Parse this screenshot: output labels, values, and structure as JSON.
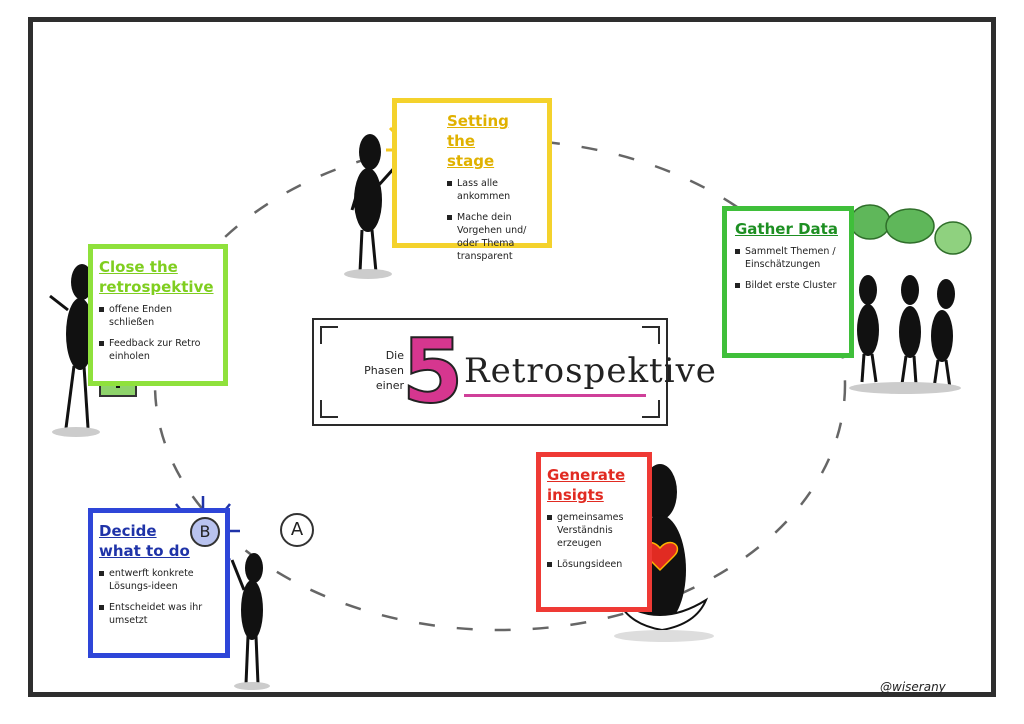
{
  "center": {
    "intro_lines": [
      "Die",
      "Phasen",
      "einer"
    ],
    "number": "5",
    "word": "Retrospektive"
  },
  "phases": {
    "setting": {
      "title_lines": [
        "Setting the",
        "stage"
      ],
      "items": [
        "Lass alle ankommen",
        "Mache dein Vorgehen und/ oder Thema transparent"
      ]
    },
    "gather": {
      "title_lines": [
        "Gather Data"
      ],
      "items": [
        "Sammelt Themen / Einschätzungen",
        "Bildet erste Cluster"
      ]
    },
    "generate": {
      "title_lines": [
        "Generate",
        "insigts"
      ],
      "items": [
        "gemeinsames Verständnis erzeugen",
        "Lösungsideen"
      ]
    },
    "decide": {
      "title_lines": [
        "Decide",
        "what to do"
      ],
      "items": [
        "entwerft konkrete Lösungs-ideen",
        "Entscheidet was ihr umsetzt"
      ]
    },
    "close": {
      "title_lines": [
        "Close the",
        "retrospektive"
      ],
      "items": [
        "offene Enden schließen",
        "Feedback zur Retro einholen"
      ]
    }
  },
  "bubbles": {
    "a": "A",
    "b": "B"
  },
  "signature": "@wiserany",
  "colors": {
    "setting": "#f4d22c",
    "gather": "#3fbf3a",
    "close": "#8fe13c",
    "generate": "#ef3a35",
    "decide": "#2e46d8",
    "accent": "#d6368f"
  },
  "icons": [
    "lightbulb-icon",
    "cloud-icon",
    "padlock-icon",
    "heart-icon",
    "sun-icon"
  ]
}
